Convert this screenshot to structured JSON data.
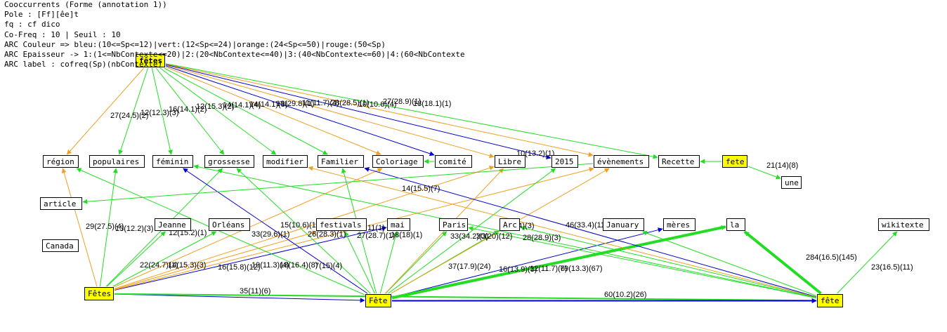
{
  "header": [
    "Cooccurrents (Forme (annotation 1))",
    "Pole : [Ff][êe]t",
    "fq : cf dico",
    "Co-Freq : 10 | Seuil : 10",
    "ARC Couleur => bleu:(10<=Sp<=12)|vert:(12<Sp<=24)|orange:(24<Sp<=50)|rouge:(50<Sp)",
    "ARC Epaisseur -> 1:(1<=NbContexte<=20)|2:(20<NbContexte<=40)|3:(40<NbContexte<=60)|4:(60<NbContexte",
    "ARC label : cofreq(Sp)(nbContexte)"
  ],
  "colors": {
    "bleu": "#0000cc",
    "vert": "#22dd22",
    "orange": "#f0a020",
    "rouge": "#ff0000",
    "pole": "#ffff00"
  },
  "nodes": [
    {
      "id": "fetes_top",
      "label": "fêtes",
      "pole": true
    },
    {
      "id": "region",
      "label": "région"
    },
    {
      "id": "populaires",
      "label": "populaires"
    },
    {
      "id": "feminin",
      "label": "féminin"
    },
    {
      "id": "grossesse",
      "label": "grossesse"
    },
    {
      "id": "modifier",
      "label": "modifier"
    },
    {
      "id": "familier",
      "label": "Familier"
    },
    {
      "id": "coloriage",
      "label": "Coloriage"
    },
    {
      "id": "comite",
      "label": "comité"
    },
    {
      "id": "libre",
      "label": "Libre"
    },
    {
      "id": "y2015",
      "label": "2015"
    },
    {
      "id": "evenements",
      "label": "évènements"
    },
    {
      "id": "recette",
      "label": "Recette"
    },
    {
      "id": "fete_right",
      "label": "fete",
      "pole": true
    },
    {
      "id": "une",
      "label": "une"
    },
    {
      "id": "article",
      "label": "article"
    },
    {
      "id": "jeanne",
      "label": "Jeanne"
    },
    {
      "id": "orleans",
      "label": "Orléans"
    },
    {
      "id": "festivals",
      "label": "festivals"
    },
    {
      "id": "mai",
      "label": "mai"
    },
    {
      "id": "paris",
      "label": "Paris"
    },
    {
      "id": "arc",
      "label": "Arc"
    },
    {
      "id": "january",
      "label": "January"
    },
    {
      "id": "meres",
      "label": "mères"
    },
    {
      "id": "la",
      "label": "la"
    },
    {
      "id": "wikitexte",
      "label": "wikitexte"
    },
    {
      "id": "canada",
      "label": "Canada"
    },
    {
      "id": "fetes_cap",
      "label": "Fêtes",
      "pole": true
    },
    {
      "id": "fete_cap",
      "label": "Fête",
      "pole": true
    },
    {
      "id": "fete_low",
      "label": "fête",
      "pole": true
    }
  ],
  "edges": [
    {
      "from": "fetes_top",
      "to": "region",
      "color": "orange",
      "width": 1
    },
    {
      "from": "fetes_top",
      "to": "populaires",
      "color": "vert",
      "width": 1
    },
    {
      "from": "fetes_top",
      "to": "feminin",
      "color": "vert",
      "width": 1
    },
    {
      "from": "fetes_top",
      "to": "grossesse",
      "color": "vert",
      "width": 1
    },
    {
      "from": "fetes_top",
      "to": "modifier",
      "color": "vert",
      "width": 1
    },
    {
      "from": "fetes_top",
      "to": "familier",
      "color": "vert",
      "width": 1
    },
    {
      "from": "fetes_top",
      "to": "coloriage",
      "color": "orange",
      "width": 1
    },
    {
      "from": "fetes_top",
      "to": "comite",
      "color": "bleu",
      "width": 1
    },
    {
      "from": "fetes_top",
      "to": "libre",
      "color": "orange",
      "width": 1
    },
    {
      "from": "fetes_top",
      "to": "y2015",
      "color": "bleu",
      "width": 1
    },
    {
      "from": "fetes_top",
      "to": "evenements",
      "color": "orange",
      "width": 1
    },
    {
      "from": "fetes_top",
      "to": "recette",
      "color": "vert",
      "width": 1
    },
    {
      "from": "fete_right",
      "to": "recette",
      "color": "vert",
      "width": 1
    },
    {
      "from": "fete_right",
      "to": "une",
      "color": "vert",
      "width": 1
    },
    {
      "from": "fetes_cap",
      "to": "region",
      "color": "orange",
      "width": 1
    },
    {
      "from": "fetes_cap",
      "to": "populaires",
      "color": "vert",
      "width": 1
    },
    {
      "from": "fetes_cap",
      "to": "jeanne",
      "color": "vert",
      "width": 1
    },
    {
      "from": "fetes_cap",
      "to": "orleans",
      "color": "vert",
      "width": 1
    },
    {
      "from": "fetes_cap",
      "to": "grossesse",
      "color": "vert",
      "width": 1
    },
    {
      "from": "fetes_cap",
      "to": "festivals",
      "color": "orange",
      "width": 1
    },
    {
      "from": "fetes_cap",
      "to": "mai",
      "color": "bleu",
      "width": 1
    },
    {
      "from": "fetes_cap",
      "to": "coloriage",
      "color": "orange",
      "width": 1
    },
    {
      "from": "fetes_cap",
      "to": "libre",
      "color": "orange",
      "width": 1
    },
    {
      "from": "fetes_cap",
      "to": "evenements",
      "color": "orange",
      "width": 1
    },
    {
      "from": "fetes_cap",
      "to": "fete_cap",
      "color": "bleu",
      "width": 1
    },
    {
      "from": "fetes_cap",
      "to": "fete_low",
      "color": "vert",
      "width": 2
    },
    {
      "from": "fete_cap",
      "to": "region",
      "color": "vert",
      "width": 1
    },
    {
      "from": "fete_cap",
      "to": "feminin",
      "color": "bleu",
      "width": 1
    },
    {
      "from": "fete_cap",
      "to": "grossesse",
      "color": "vert",
      "width": 1
    },
    {
      "from": "fete_cap",
      "to": "familier",
      "color": "vert",
      "width": 1
    },
    {
      "from": "fete_cap",
      "to": "festivals",
      "color": "vert",
      "width": 1
    },
    {
      "from": "fete_cap",
      "to": "mai",
      "color": "vert",
      "width": 1
    },
    {
      "from": "fete_cap",
      "to": "paris",
      "color": "vert",
      "width": 1
    },
    {
      "from": "fete_cap",
      "to": "arc",
      "color": "vert",
      "width": 1
    },
    {
      "from": "fete_cap",
      "to": "libre",
      "color": "orange",
      "width": 1
    },
    {
      "from": "fete_cap",
      "to": "y2015",
      "color": "vert",
      "width": 1
    },
    {
      "from": "fete_cap",
      "to": "evenements",
      "color": "orange",
      "width": 1
    },
    {
      "from": "fete_cap",
      "to": "meres",
      "color": "bleu",
      "width": 1
    },
    {
      "from": "fete_cap",
      "to": "la",
      "color": "vert",
      "width": 4
    },
    {
      "from": "fete_cap",
      "to": "fete_low",
      "color": "bleu",
      "width": 2
    },
    {
      "from": "fete_low",
      "to": "la",
      "color": "vert",
      "width": 4
    },
    {
      "from": "fete_low",
      "to": "wikitexte",
      "color": "vert",
      "width": 1
    },
    {
      "from": "fete_low",
      "to": "familier",
      "color": "bleu",
      "width": 1
    },
    {
      "from": "fete_low",
      "to": "modifier",
      "color": "orange",
      "width": 1
    },
    {
      "from": "fete_low",
      "to": "feminin",
      "color": "vert",
      "width": 1
    },
    {
      "from": "fete_low",
      "to": "paris",
      "color": "vert",
      "width": 1
    },
    {
      "from": "fete_low",
      "to": "arc",
      "color": "vert",
      "width": 1
    },
    {
      "from": "fete_low",
      "to": "january",
      "color": "vert",
      "width": 1
    },
    {
      "from": "evenements",
      "to": "article",
      "color": "vert",
      "width": 1
    },
    {
      "from": "comite",
      "to": "coloriage",
      "color": "vert",
      "width": 1
    }
  ],
  "edge_labels": [
    "27(24.5)(2)",
    "12(12.3)(3)",
    "16(14.1)(2)",
    "12(15.3)(2)",
    "14(14.1)(4)",
    "14(14.1)(3)",
    "18(29.8)(1)",
    "11(11.7)(4)",
    "28(28.5)(1)",
    "10(10.6)(4)",
    "27(28.9)(1)",
    "18(18.1)(1)",
    "10(13.2)(1)",
    "21(14)(8)",
    "14(15.5)(7)",
    "46(33.4)(11)",
    "29(27.5)(4)",
    "13(12.2)(3)",
    "12(15.2)(1)",
    "15(10.6)(1)",
    "33(29.6)(1)",
    "26(28.3)(1)",
    "11(1)",
    "27(28.7)(1)",
    "18(18)(1)",
    "33(34.2)(3)",
    "30(20)(12)",
    "17.4)(3)",
    "28(28.9)(3)",
    "22(24.7)(1)",
    "14(15.3)(3)",
    "16(15.8)(12)",
    "19(11.3)(4)",
    "18(16.4)(8)",
    "7(15)(4)",
    "37(17.9)(24)",
    "16(13.9)(3)",
    "12(11.7)(6)",
    "79(13.3)(67)",
    "284(16.5)(145)",
    "23(16.5)(11)",
    "35(11)(6)",
    "60(10.2)(26)"
  ]
}
